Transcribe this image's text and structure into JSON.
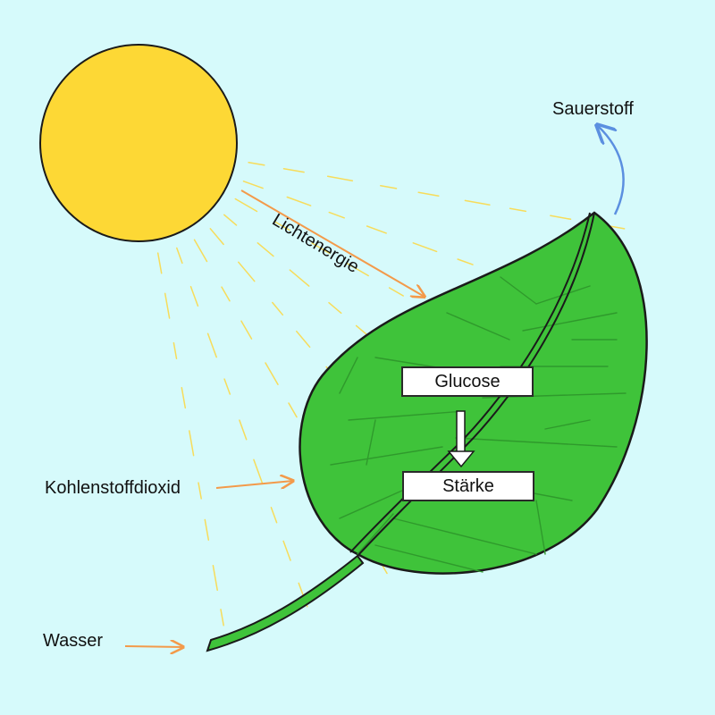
{
  "labels": {
    "light_energy": "Lichtenergie",
    "oxygen": "Sauerstoff",
    "carbon_dioxide": "Kohlenstoffdioxid",
    "water": "Wasser",
    "glucose": "Glucose",
    "starch": "Stärke"
  },
  "colors": {
    "background": "#d6fafb",
    "sun": "#fdd835",
    "sun_rays": "#f7dc5a",
    "leaf": "#3fc33a",
    "leaf_veins": "#2f9a2c",
    "input_arrows": "#f39a4a",
    "oxygen_arrow": "#5b8fe0",
    "outline": "#1a1a1a"
  },
  "icons": [
    "sun-icon",
    "leaf-icon"
  ]
}
